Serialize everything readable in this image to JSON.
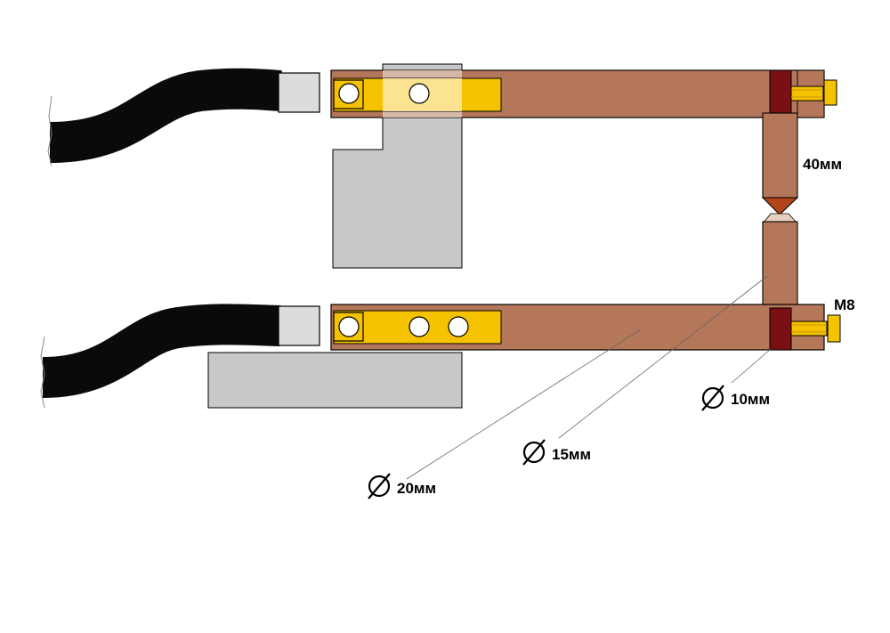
{
  "labels": {
    "electrode_length": "40мм",
    "thread_size": "M8",
    "diameter_10": "10мм",
    "diameter_15": "15мм",
    "diameter_20": "20мм"
  },
  "icons": {
    "diameter_symbol": "diameter-icon"
  },
  "colors": {
    "cable": "#0a0a0a",
    "ferrule": "#dcdcdc",
    "copper_arm": "#b5775a",
    "brass_plate": "#f5c200",
    "insulator_plate": "#c8c8c8",
    "red_sleeve": "#7a0f14",
    "electrode_tip": "#b0461a",
    "bolt": "#f5c200"
  }
}
